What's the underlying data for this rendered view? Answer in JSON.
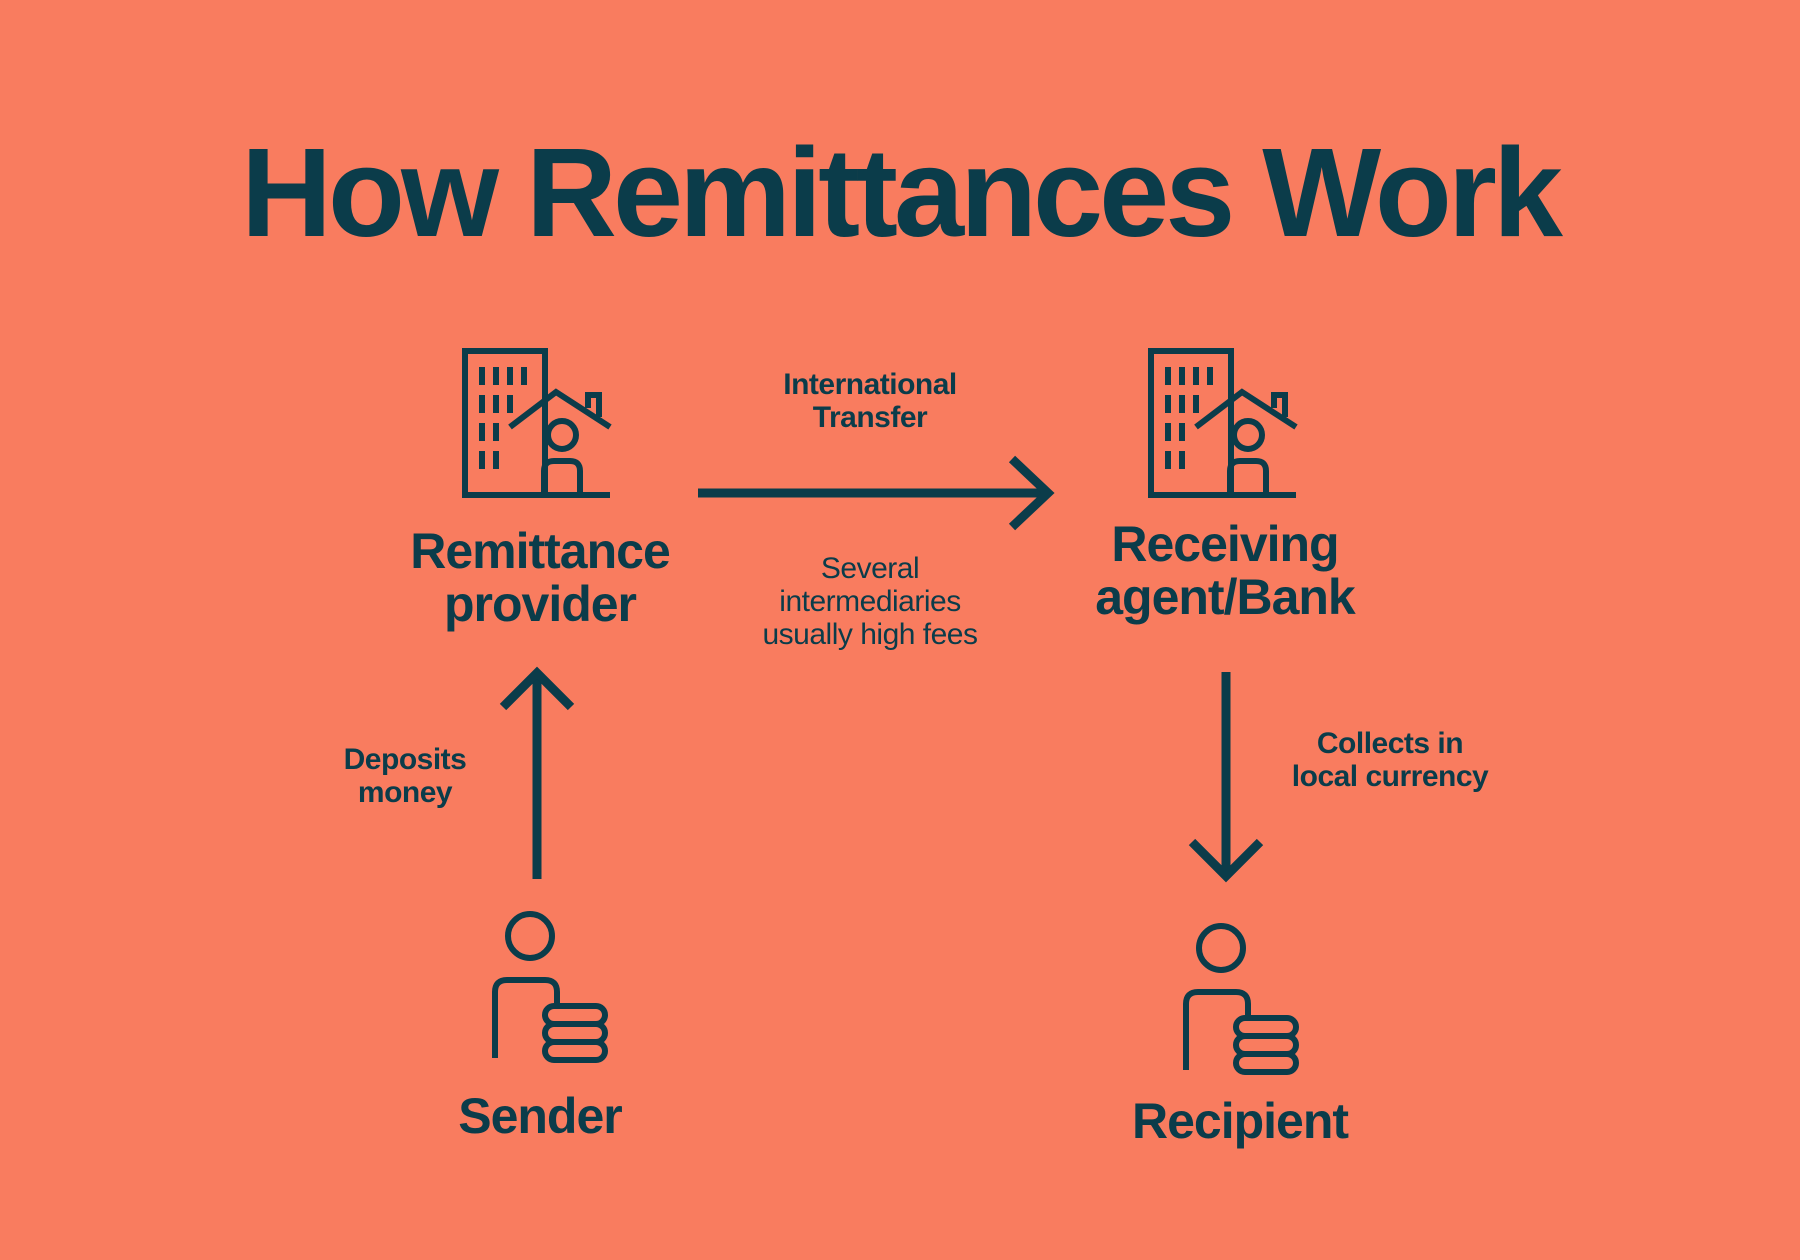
{
  "title": "How Remittances Work",
  "nodes": {
    "provider": {
      "label": "Remittance\nprovider",
      "icon": "building-house-person-icon"
    },
    "receiver": {
      "label": "Receiving\nagent/Bank",
      "icon": "building-house-person-icon"
    },
    "sender": {
      "label": "Sender",
      "icon": "person-with-coins-icon"
    },
    "recipient": {
      "label": "Recipient",
      "icon": "person-with-coins-icon"
    }
  },
  "edges": {
    "transfer": {
      "label": "International\nTransfer",
      "note": "Several\nintermediaries\nusually high fees"
    },
    "deposit": {
      "label": "Deposits\nmoney"
    },
    "collect": {
      "label": "Collects in\nlocal currency"
    }
  },
  "colors": {
    "background": "#F97C5F",
    "ink": "#0B3C4A"
  }
}
